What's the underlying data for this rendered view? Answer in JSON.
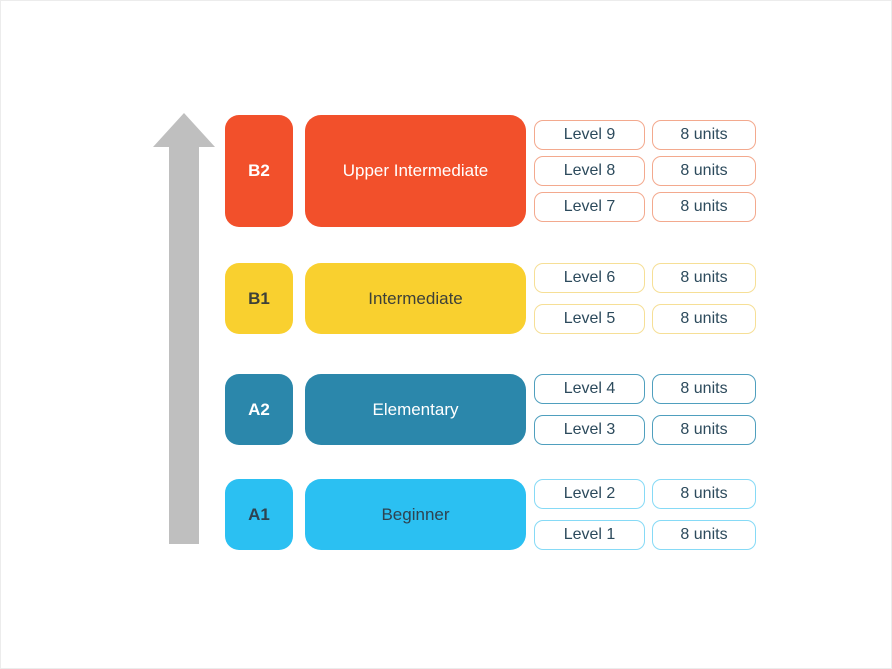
{
  "diagram": {
    "description": "CEFR English course level ladder",
    "arrow_color": "#bfbfbf",
    "pill_text_color": "#2c4a5c"
  },
  "rows": [
    {
      "code": "B2",
      "label": "Upper Intermediate",
      "color": "#f2502b",
      "text_color": "#ffffff",
      "pill_border": "#f3a98e",
      "levels": [
        {
          "level": "Level 9",
          "units": "8 units"
        },
        {
          "level": "Level 8",
          "units": "8 units"
        },
        {
          "level": "Level 7",
          "units": "8 units"
        }
      ]
    },
    {
      "code": "B1",
      "label": "Intermediate",
      "color": "#f9d02f",
      "text_color": "#3d4038",
      "pill_border": "#f6df96",
      "levels": [
        {
          "level": "Level 6",
          "units": "8 units"
        },
        {
          "level": "Level 5",
          "units": "8 units"
        }
      ]
    },
    {
      "code": "A2",
      "label": "Elementary",
      "color": "#2b87ab",
      "text_color": "#ffffff",
      "pill_border": "#4f9fbe",
      "levels": [
        {
          "level": "Level 4",
          "units": "8 units"
        },
        {
          "level": "Level 3",
          "units": "8 units"
        }
      ]
    },
    {
      "code": "A1",
      "label": "Beginner",
      "color": "#2bc0f2",
      "text_color": "#2e4350",
      "pill_border": "#86daf6",
      "levels": [
        {
          "level": "Level 2",
          "units": "8 units"
        },
        {
          "level": "Level 1",
          "units": "8 units"
        }
      ]
    }
  ]
}
